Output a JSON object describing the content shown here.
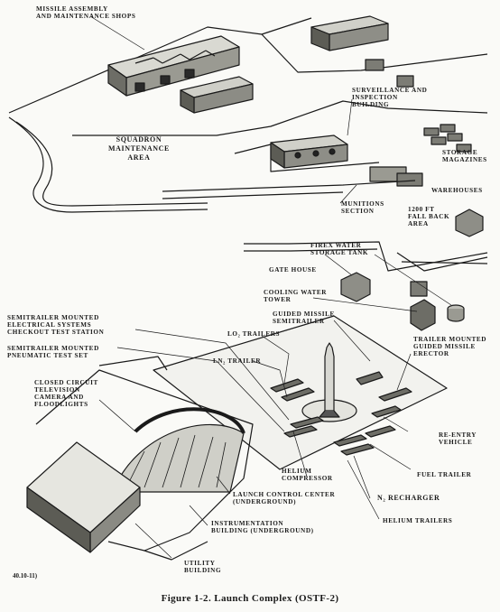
{
  "caption": "Figure 1-2.  Launch Complex (OSTF-2)",
  "figure_code": "40.10-11)",
  "labels": {
    "missile_shops": [
      "MISSILE ASSEMBLY",
      "AND MAINTENANCE SHOPS"
    ],
    "squadron_area": [
      "SQUADRON",
      "MAINTENANCE",
      "AREA"
    ],
    "surveillance": [
      "SURVEILLANCE AND",
      "INSPECTION",
      "BUILDING"
    ],
    "storage_magazines": [
      "STORAGE",
      "MAGAZINES"
    ],
    "warehouses": [
      "WAREHOUSES"
    ],
    "munitions": [
      "MUNITIONS",
      "SECTION"
    ],
    "fallback": [
      "1200 FT",
      "FALL BACK",
      "AREA"
    ],
    "firex": [
      "FIREX WATER",
      "STORAGE TANK"
    ],
    "gatehouse": [
      "GATE HOUSE"
    ],
    "cooling": [
      "COOLING WATER",
      "TOWER"
    ],
    "guided_semitrailer": [
      "GUIDED MISSILE",
      "SEMITRAILER"
    ],
    "lo2": [
      "LO₂ TRAILERS"
    ],
    "ln2": [
      "LN₂ TRAILER"
    ],
    "semitrailer_electrical": [
      "SEMITRAILER MOUNTED",
      "ELECTRICAL SYSTEMS",
      "CHECKOUT TEST STATION"
    ],
    "semitrailer_pneumatic": [
      "SEMITRAILER MOUNTED",
      "PNEUMATIC TEST SET"
    ],
    "cctv": [
      "CLOSED CIRCUIT",
      "TELEVISION",
      "CAMERA AND",
      "FLOODLIGHTS"
    ],
    "erector": [
      "TRAILER MOUNTED",
      "GUIDED MISSILE",
      "ERECTOR"
    ],
    "reentry": [
      "RE-ENTRY",
      "VEHICLE"
    ],
    "fuel_trailer": [
      "FUEL TRAILER"
    ],
    "n2_recharger": [
      "N₂ RECHARGER"
    ],
    "helium_trailers": [
      "HELIUM TRAILERS"
    ],
    "helium_compressor": [
      "HELIUM",
      "COMPRESSOR"
    ],
    "launch_control": [
      "LAUNCH CONTROL CENTER",
      "(UNDERGROUND)"
    ],
    "instrumentation": [
      "INSTRUMENTATION",
      "BUILDING (UNDERGROUND)"
    ],
    "utility": [
      "UTILITY",
      "BUILDING"
    ]
  },
  "colors": {
    "ink": "#1a1a1a",
    "paper": "#fafaf7"
  }
}
